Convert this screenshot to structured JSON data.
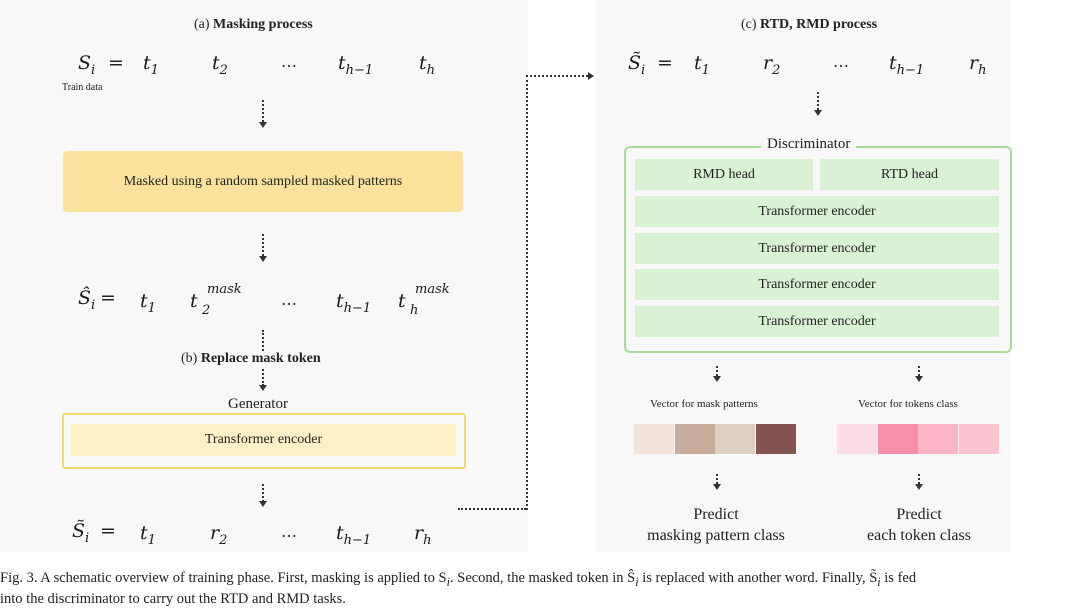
{
  "panel_a": {
    "title_prefix": "(a)",
    "title_bold": "Masking process",
    "seq1": {
      "S": "S",
      "sub": "i",
      "eq": "=",
      "t1": "t",
      "t1_sub": "1",
      "t2": "t",
      "t2_sub": "2",
      "dots": "…",
      "thm1": "t",
      "thm1_sub": "h−1",
      "th": "t",
      "th_sub": "h",
      "label": "Train data"
    },
    "mask_box": "Masked using a random sampled masked patterns",
    "seq2": {
      "S": "Ŝ",
      "sub": "i",
      "eq": "=",
      "t1": "t",
      "t1_sub": "1",
      "t2": "t",
      "t2_sup": "mask",
      "t2_sub": "2",
      "dots": "…",
      "thm1": "t",
      "thm1_sub": "h−1",
      "th": "t",
      "th_sup": "mask",
      "th_sub": "h"
    }
  },
  "panel_b": {
    "title_prefix": "(b)",
    "title_bold": "Replace mask token",
    "generator_label": "Generator",
    "encoder": "Transformer encoder",
    "seq3": {
      "S": "S̃",
      "sub": "i",
      "eq": "=",
      "t1": "t",
      "t1_sub": "1",
      "r2": "r",
      "r2_sub": "2",
      "dots": "…",
      "thm1": "t",
      "thm1_sub": "h−1",
      "rh": "r",
      "rh_sub": "h"
    }
  },
  "panel_c": {
    "title_prefix": "(c)",
    "title_bold": "RTD, RMD process",
    "seq": {
      "S": "S̃",
      "sub": "i",
      "eq": "=",
      "t1": "t",
      "t1_sub": "1",
      "r2": "r",
      "r2_sub": "2",
      "dots": "…",
      "thm1": "t",
      "thm1_sub": "h−1",
      "rh": "r",
      "rh_sub": "h"
    },
    "discriminator_label": "Discriminator",
    "rmd_head": "RMD head",
    "rtd_head": "RTD head",
    "encoders": [
      "Transformer encoder",
      "Transformer encoder",
      "Transformer encoder",
      "Transformer encoder"
    ],
    "vector_mask_label": "Vector for mask patterns",
    "vector_token_label": "Vector for tokens class",
    "mask_colors": [
      "#f3e3db",
      "#c8ad9d",
      "#dfd1c1",
      "#835451"
    ],
    "token_colors": [
      "#fadde6",
      "#f78fa8",
      "#fbb3c6",
      "#fbc3d0"
    ],
    "predict_left": [
      "Predict",
      "masking pattern class"
    ],
    "predict_right": [
      "Predict",
      "each token class"
    ]
  },
  "caption": {
    "line1": "Fig. 3.    A schematic overview of training phase. First, masking is applied to S",
    "line1_sub": "i",
    "line1_b": ". Second, the masked token in Ŝ",
    "line1_b_sub": "i",
    "line1_c": " is replaced with another word. Finally, S̃",
    "line1_c_sub": "i",
    "line1_d": " is fed",
    "line2": "into the discriminator to carry out the RTD and RMD tasks."
  }
}
